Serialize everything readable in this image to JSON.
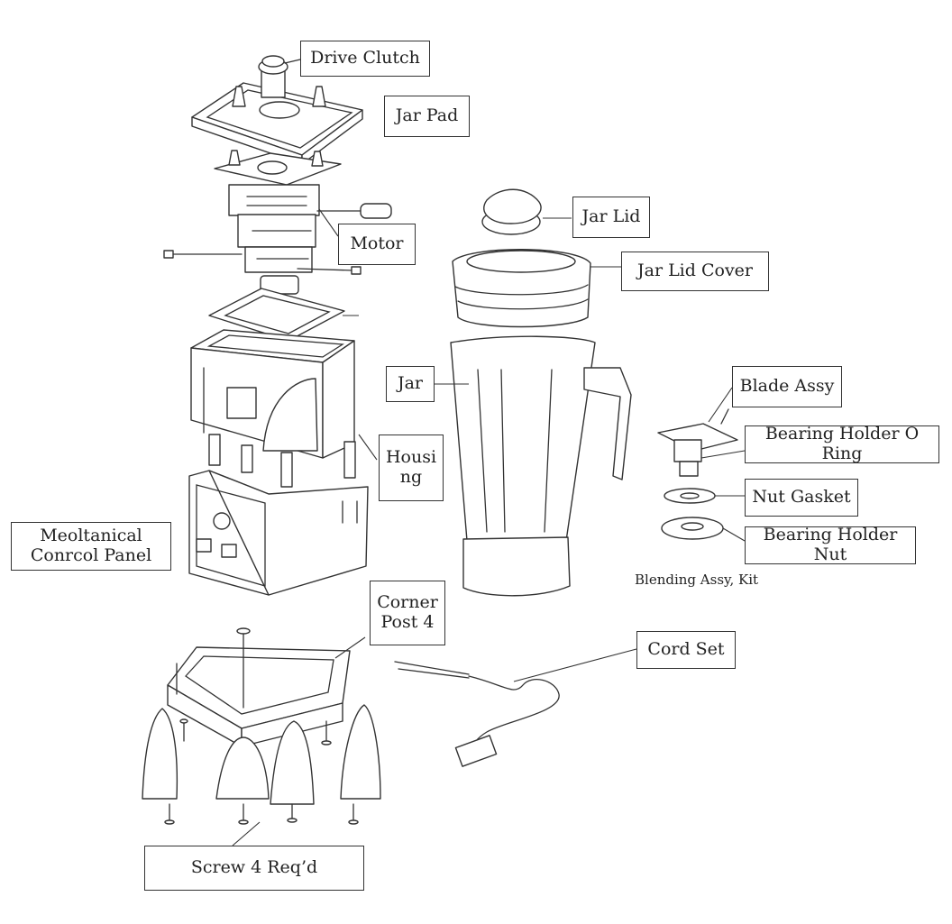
{
  "labels": {
    "drive_clutch": "Drive Clutch",
    "jar_pad": "Jar Pad",
    "motor": "Motor",
    "housing_line1": "Housi",
    "housing_line2": "ng",
    "control_panel_line1": "Meoltanical",
    "control_panel_line2": "Conrcol Panel",
    "corner_post_line1": "Corner",
    "corner_post_line2": "Post 4",
    "screw": "Screw 4 Req’d",
    "jar_lid": "Jar Lid",
    "jar_lid_cover": "Jar Lid Cover",
    "jar": "Jar",
    "blade_assy": "Blade Assy",
    "bearing_holder_o_ring": "Bearing Holder O Ring",
    "nut_gasket": "Nut Gasket",
    "bearing_holder_nut": "Bearing Holder Nut",
    "blending_kit": "Blending Assy, Kit",
    "cord_set": "Cord Set"
  }
}
